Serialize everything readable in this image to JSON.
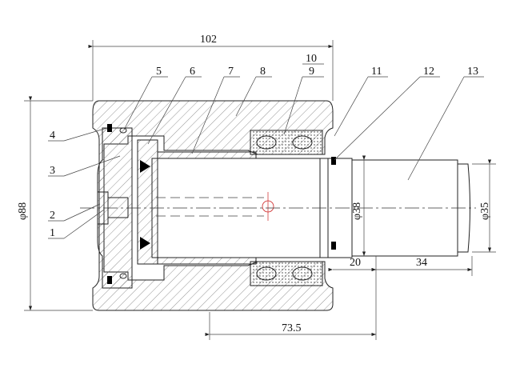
{
  "title": "Roller assembly cross-section",
  "parts": [
    "1",
    "2",
    "3",
    "4",
    "5",
    "6",
    "7",
    "8",
    "9",
    "10",
    "11",
    "12",
    "13"
  ],
  "dimensions": {
    "overall_length": "102",
    "outer_diameter": "φ88",
    "shaft_diameter_38": "φ38",
    "shaft_diameter_35": "φ35",
    "step_20": "20",
    "step_34": "34",
    "offset": "73.5"
  },
  "accent_color": "#cc2222"
}
